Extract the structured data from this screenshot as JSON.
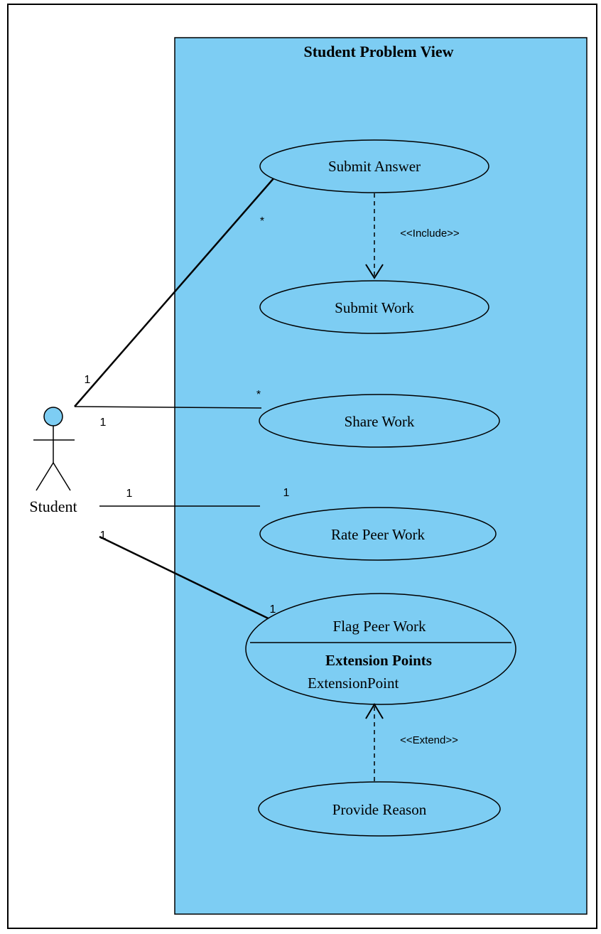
{
  "diagram": {
    "boundary_title": "Student Problem View",
    "actor": {
      "label": "Student"
    },
    "colors": {
      "boundary_fill": "#7dcdf3",
      "usecase_fill": "#7dcdf3",
      "actor_head_fill": "#7dcdf3",
      "line": "#000000",
      "page_background": "#ffffff"
    },
    "use_cases": {
      "submit_answer": "Submit Answer",
      "submit_work": "Submit Work",
      "share_work": "Share Work",
      "rate_peer_work": "Rate Peer Work",
      "flag_peer_work": {
        "name": "Flag Peer Work",
        "section_title": "Extension Points",
        "extension_point": "ExtensionPoint"
      },
      "provide_reason": "Provide Reason"
    },
    "relationships": {
      "include": "<<Include>>",
      "extend": "<<Extend>>"
    },
    "multiplicities": {
      "submit_answer_actor": "1",
      "submit_answer_usecase": "*",
      "share_work_actor": "1",
      "share_work_usecase": "*",
      "rate_peer_work_actor": "1",
      "rate_peer_work_usecase": "1",
      "flag_peer_work_actor": "1",
      "flag_peer_work_usecase": "1"
    }
  }
}
